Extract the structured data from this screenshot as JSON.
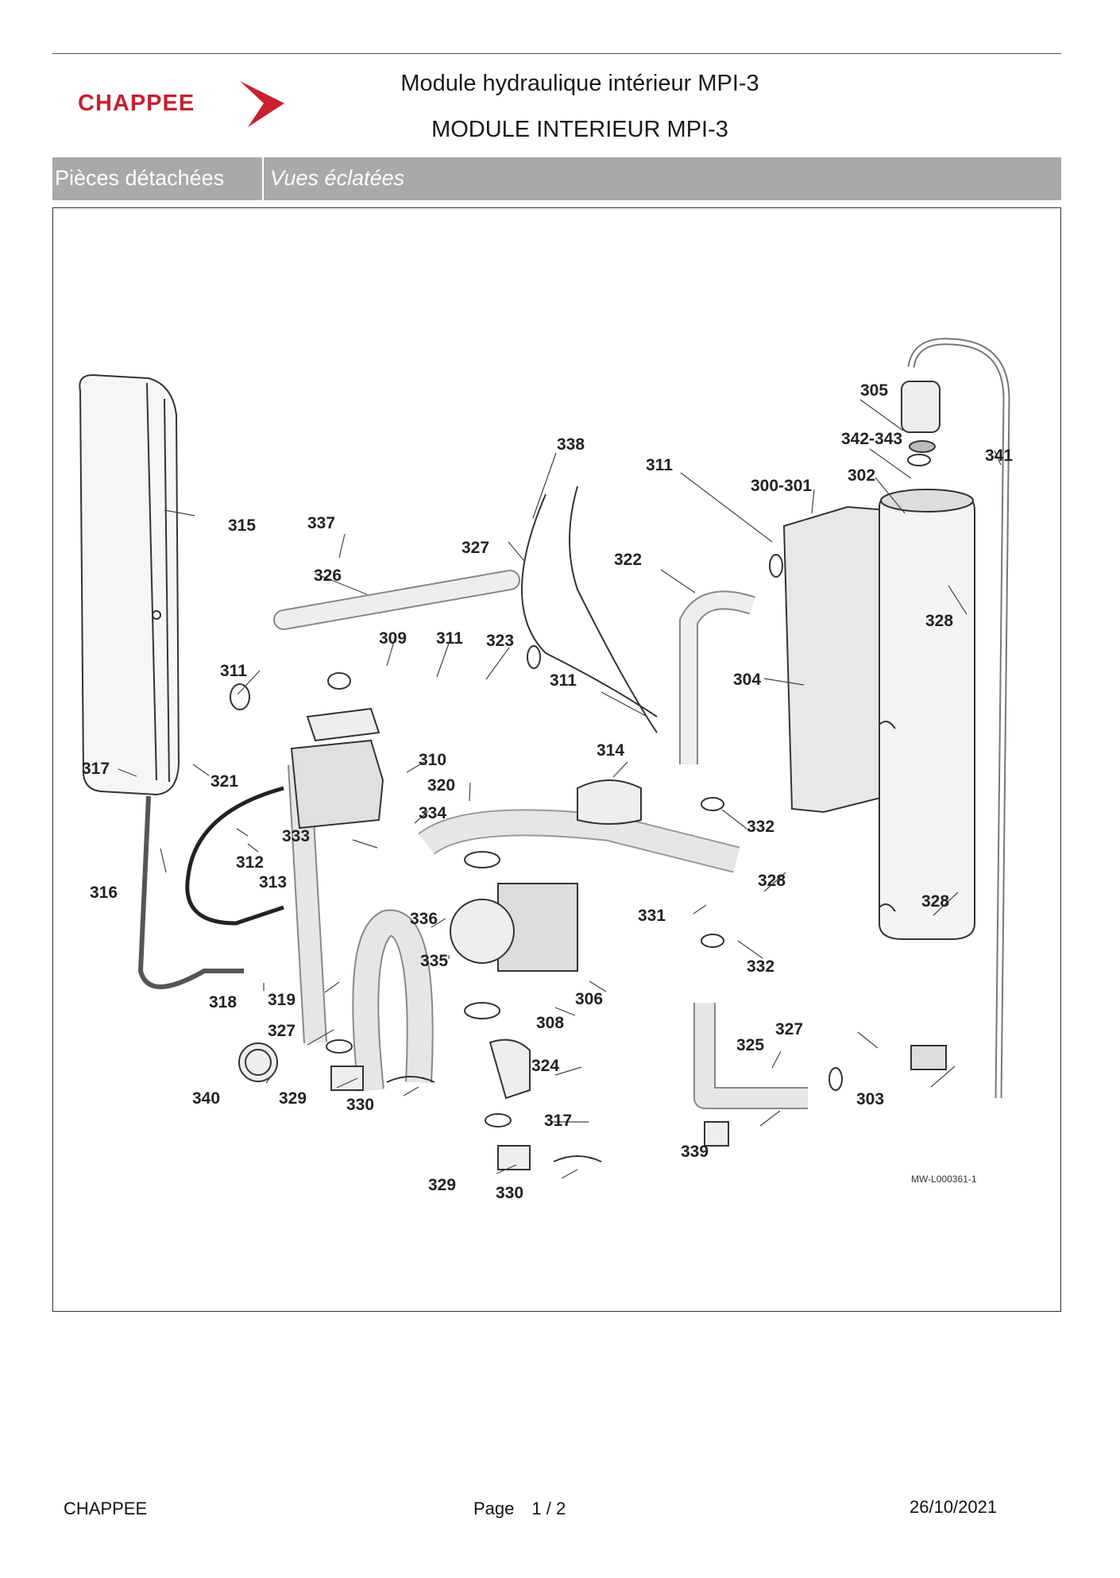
{
  "header": {
    "brand": "CHAPPEE",
    "title_line1": "Module hydraulique intérieur MPI-3",
    "title_line2": "MODULE INTERIEUR MPI-3"
  },
  "tabs": {
    "left": "Pièces détachées",
    "right": "Vues éclatées"
  },
  "diagram": {
    "reference_code": "MW-L000361-1",
    "part_labels": [
      "305",
      "341",
      "342-343",
      "338",
      "311",
      "300-301",
      "302",
      "315",
      "337",
      "327",
      "322",
      "328",
      "326",
      "309",
      "311",
      "323",
      "311",
      "311",
      "304",
      "314",
      "317",
      "321",
      "310",
      "320",
      "334",
      "332",
      "333",
      "312",
      "313",
      "328",
      "316",
      "331",
      "336",
      "328",
      "335",
      "332",
      "306",
      "318",
      "319",
      "308",
      "327",
      "327",
      "325",
      "324",
      "340",
      "329",
      "330",
      "317",
      "303",
      "339",
      "329",
      "330"
    ]
  },
  "footer": {
    "brand": "CHAPPEE",
    "page_label": "Page",
    "page_number": "1 / 2",
    "date": "26/10/2021"
  },
  "colors": {
    "brand_red": "#c8202f",
    "tab_gray": "#a9a9a9"
  }
}
